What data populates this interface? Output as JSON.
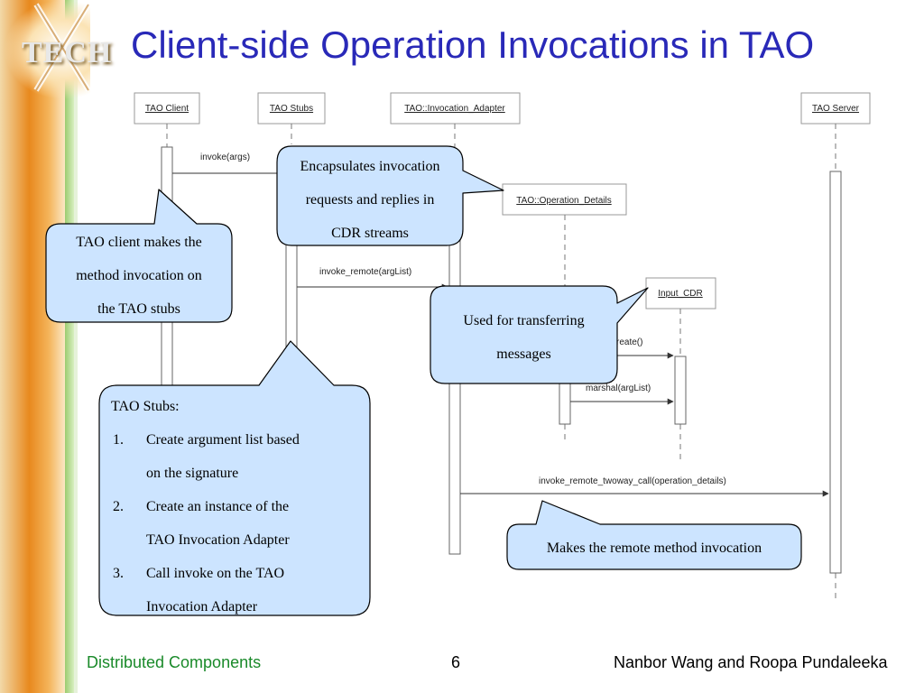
{
  "title": "Client-side Operation Invocations in TAO",
  "logo": {
    "text": "TECH"
  },
  "footer": {
    "left": "Distributed Components",
    "page": "6",
    "right": "Nanbor Wang and Roopa Pundaleeka"
  },
  "lifelines": {
    "client": "TAO Client",
    "stubs": "TAO Stubs",
    "adapter": "TAO::Invocation_Adapter",
    "server": "TAO Server",
    "details": "TAO::Operation_Details",
    "cdr": "Input_CDR"
  },
  "messages": {
    "invoke": "invoke(args)",
    "invoke_remote": "invoke_remote(argList)",
    "create": "create()",
    "marshal": "marshal(argList)",
    "twoway": "invoke_remote_twoway_call(operation_details)"
  },
  "callouts": {
    "encapsulates": [
      "Encapsulates invocation",
      "requests and replies in",
      "CDR streams"
    ],
    "client": [
      "TAO client makes the",
      "method invocation on",
      "the TAO stubs"
    ],
    "transfer": [
      "Used for transferring",
      "messages"
    ],
    "remote": [
      "Makes the remote method invocation"
    ],
    "stubs": {
      "heading": "TAO Stubs:",
      "items": [
        {
          "num": "1.",
          "lines": [
            "Create argument list based",
            "on the signature"
          ]
        },
        {
          "num": "2.",
          "lines": [
            "Create an instance of the",
            "TAO Invocation Adapter"
          ]
        },
        {
          "num": "3.",
          "lines": [
            "Call invoke on the TAO",
            "Invocation Adapter"
          ]
        }
      ]
    }
  },
  "colors": {
    "title": "#2929b8",
    "footer_left": "#1a8a2a",
    "callout_fill": "#cce4ff",
    "ribbon_orange": "#e8891e",
    "ribbon_green": "#7ab648"
  }
}
